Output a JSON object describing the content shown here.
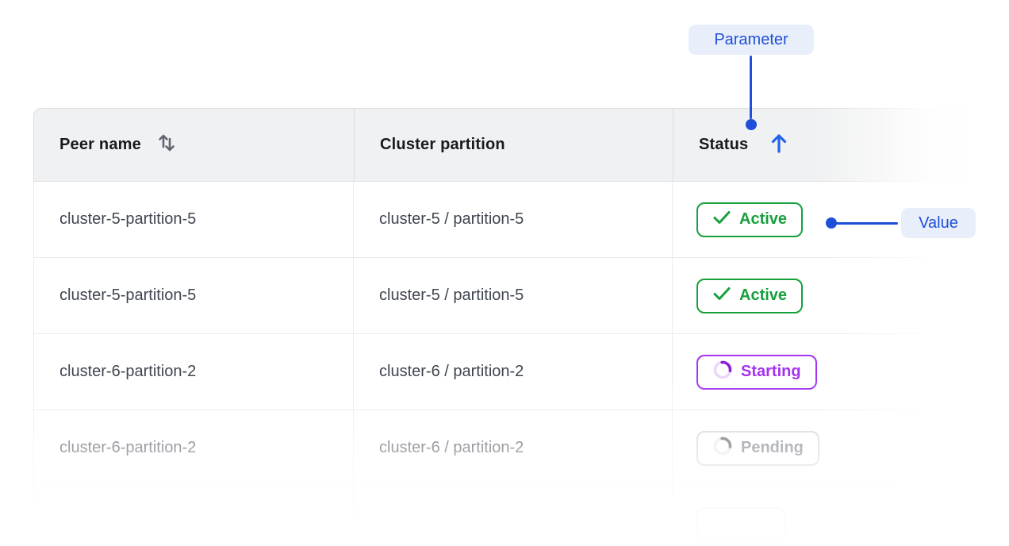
{
  "annotations": {
    "parameter_label": "Parameter",
    "value_label": "Value",
    "accent_color": "#1d4fd8",
    "accent_bg_color": "#e9eefb"
  },
  "table": {
    "columns": [
      {
        "label": "Peer name",
        "sort_state": "sortable",
        "icon": "sort-arrows-icon"
      },
      {
        "label": "Cluster partition",
        "sort_state": "none",
        "icon": null
      },
      {
        "label": "Status",
        "sort_state": "ascending",
        "icon": "arrow-up-icon"
      }
    ],
    "rows": [
      {
        "peer_name": "cluster-5-partition-5",
        "cluster_partition": "cluster-5 / partition-5",
        "status": {
          "label": "Active",
          "kind": "active"
        }
      },
      {
        "peer_name": "cluster-5-partition-5",
        "cluster_partition": "cluster-5 / partition-5",
        "status": {
          "label": "Active",
          "kind": "active"
        }
      },
      {
        "peer_name": "cluster-6-partition-2",
        "cluster_partition": "cluster-6 / partition-2",
        "status": {
          "label": "Starting",
          "kind": "starting"
        }
      },
      {
        "peer_name": "cluster-6-partition-2",
        "cluster_partition": "cluster-6 / partition-2",
        "status": {
          "label": "Pending",
          "kind": "pending"
        }
      },
      {
        "peer_name": "",
        "cluster_partition": "",
        "status": {
          "label": "",
          "kind": "unknown"
        }
      }
    ],
    "status_styles": {
      "active": {
        "text": "#16a03c",
        "border": "#16a03c",
        "icon": "check-icon"
      },
      "starting": {
        "text": "#a432f2",
        "border": "#a432f2",
        "icon": "spinner-icon",
        "spinner_track": "#ecd7fb",
        "spinner_arc": "#8c1fd9"
      },
      "pending": {
        "text": "#6f757e",
        "border": "#cdd0d4",
        "icon": "spinner-icon",
        "spinner_track": "#e6e7ea",
        "spinner_arc": "#51565e"
      },
      "unknown": {
        "text": "#9aa0a8",
        "border": "#d4d6da",
        "icon": null
      }
    },
    "header_sort_icon_color": "#5f6672",
    "header_sort_active_color": "#2563eb"
  }
}
